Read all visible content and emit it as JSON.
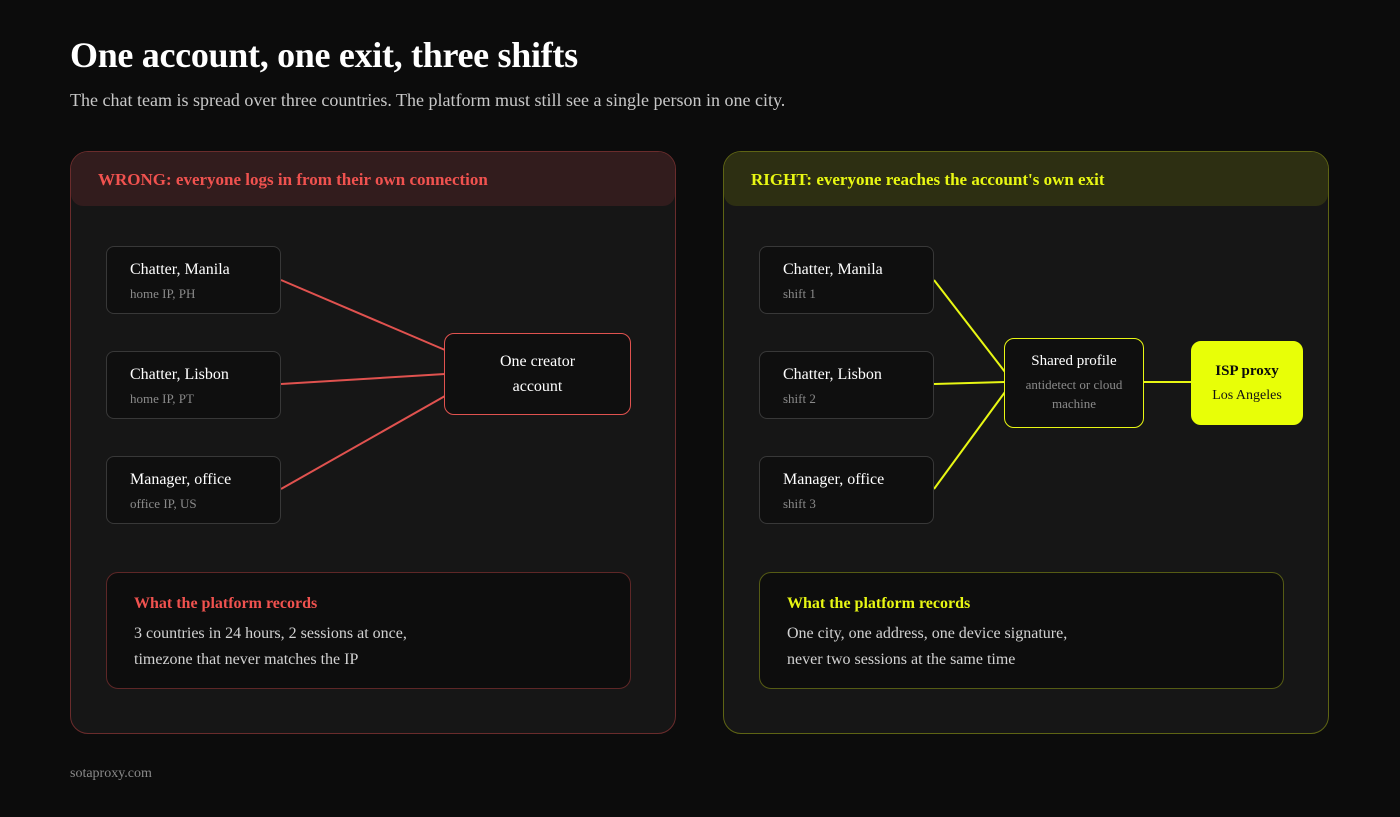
{
  "title": "One account, one exit, three shifts",
  "subtitle": "The chat team is spread over three countries. The platform must still see a single person in one city.",
  "footer": "sotaproxy.com",
  "colors": {
    "wrong_accent": "#f0524f",
    "right_accent": "#e8f713",
    "background": "#0c0c0c",
    "panel": "#161616"
  },
  "wrong": {
    "header": "WRONG: everyone logs in from their own connection",
    "people": [
      {
        "name": "Chatter, Manila",
        "detail": "home IP, PH"
      },
      {
        "name": "Chatter, Lisbon",
        "detail": "home IP, PT"
      },
      {
        "name": "Manager, office",
        "detail": "office IP, US"
      }
    ],
    "target": "One creator account",
    "records_title": "What the platform records",
    "records_lines": [
      "3 countries in 24 hours, 2 sessions at once,",
      "timezone that never matches the IP"
    ]
  },
  "right": {
    "header": "RIGHT: everyone reaches the account's own exit",
    "people": [
      {
        "name": "Chatter, Manila",
        "detail": "shift 1"
      },
      {
        "name": "Chatter, Lisbon",
        "detail": "shift 2"
      },
      {
        "name": "Manager, office",
        "detail": "shift 3"
      }
    ],
    "profile_title": "Shared profile",
    "profile_detail": "antidetect or cloud machine",
    "proxy_title": "ISP proxy",
    "proxy_detail": "Los Angeles",
    "records_title": "What the platform records",
    "records_lines": [
      "One city, one address, one device signature,",
      "never two sessions at the same time"
    ]
  }
}
